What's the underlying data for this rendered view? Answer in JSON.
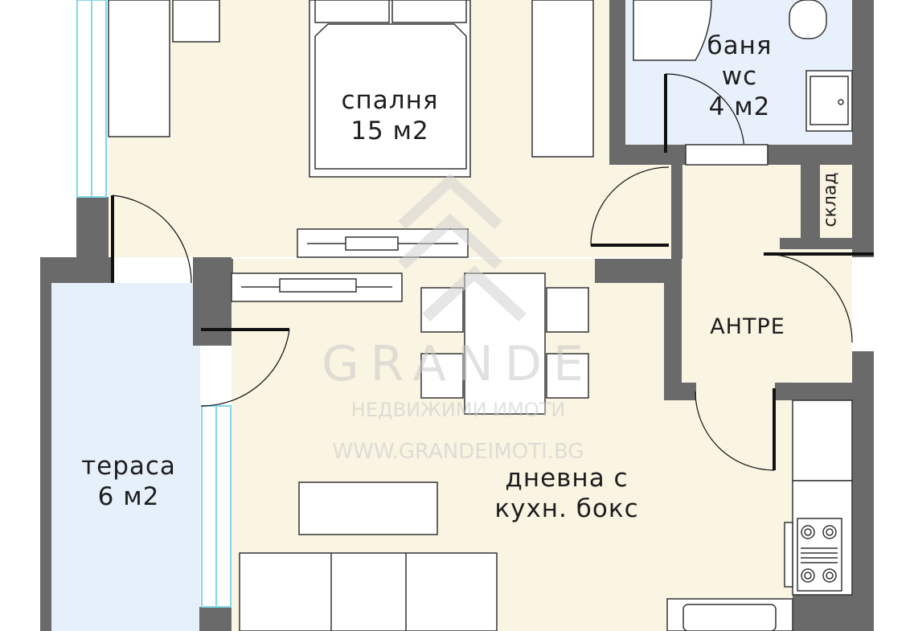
{
  "rooms": {
    "bedroom": {
      "name": "спалня",
      "area": "15 м2"
    },
    "bathroom": {
      "name": "баня",
      "name2": "wc",
      "area": "4 м2"
    },
    "storage": {
      "name": "склад"
    },
    "hallway": {
      "name": "АНТРЕ"
    },
    "terrace": {
      "name": "тераса",
      "area": "6 м2"
    },
    "living": {
      "name": "дневна с",
      "name2": "кухн. бокс"
    }
  },
  "watermark": {
    "brand": "GRANDE",
    "tagline": "НЕДВИЖИМИ ИМОТИ",
    "url": "WWW.GRANDEIMOTI.BG"
  },
  "colors": {
    "wall": "#6a6a6a",
    "floor": "#faf4e2",
    "wet": "#e8f1fb",
    "terrace": "#e6f0fa",
    "window": "#7fd8e8"
  }
}
